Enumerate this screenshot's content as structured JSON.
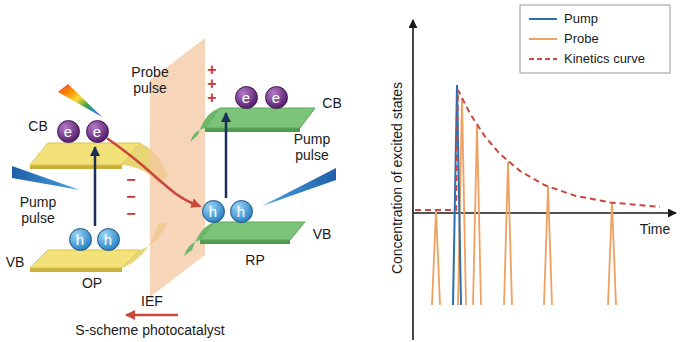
{
  "diagram": {
    "nodes": [
      {
        "text": [
          "e"
        ]
      },
      {
        "text": [
          "e"
        ]
      },
      {
        "text": [
          "e"
        ]
      },
      {
        "text": [
          "e"
        ]
      },
      {
        "text": [
          "h"
        ]
      },
      {
        "text": [
          "h"
        ]
      },
      {
        "text": [
          "h"
        ]
      },
      {
        "text": [
          "h"
        ]
      }
    ],
    "edges": [
      {
        "from": 1,
        "to": 6,
        "arrow": "to"
      }
    ],
    "labels": [
      "Probe pulse",
      "CB",
      "Pump pulse",
      "VB",
      "OP",
      "IEF",
      "S-scheme photocatalyst",
      "CB",
      "Pump pulse",
      "VB",
      "RP",
      "+",
      "+",
      "+",
      "−",
      "−",
      "−",
      "Concentration of excited states",
      "Time"
    ],
    "legend": [
      {
        "text": "Pump"
      },
      {
        "text": "Probe"
      },
      {
        "text": "Kinetics curve"
      }
    ]
  }
}
